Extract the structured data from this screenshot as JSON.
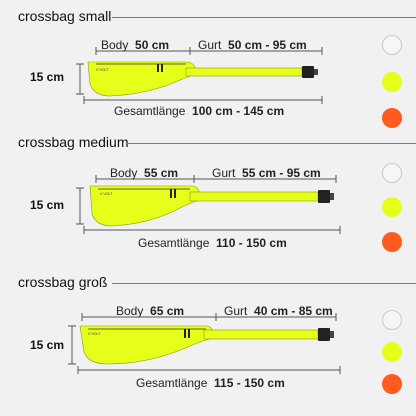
{
  "sections": [
    {
      "title": "crossbag small",
      "height_label": "15 cm",
      "body_label": "Body",
      "body_value": "50 cm",
      "gurt_label": "Gurt",
      "gurt_value": "50 cm - 95 cm",
      "total_label": "Gesamtlänge",
      "total_value": "100 cm - 145 cm"
    },
    {
      "title": "crossbag medium",
      "height_label": "15 cm",
      "body_label": "Body",
      "body_value": "55 cm",
      "gurt_label": "Gurt",
      "gurt_value": "55 cm - 95 cm",
      "total_label": "Gesamtlänge",
      "total_value": "110 - 150 cm"
    },
    {
      "title": "crossbag groß",
      "height_label": "15 cm",
      "body_label": "Body",
      "body_value": "65 cm",
      "gurt_label": "Gurt",
      "gurt_value": "40 cm - 85 cm",
      "total_label": "Gesamtlänge",
      "total_value": "115 - 150 cm"
    }
  ],
  "colors": {
    "bag_fill": "#e6ff1a",
    "swatch_white": "#f6f6f6",
    "swatch_yellow": "#e6ff1a",
    "swatch_orange": "#ff5a1f"
  }
}
